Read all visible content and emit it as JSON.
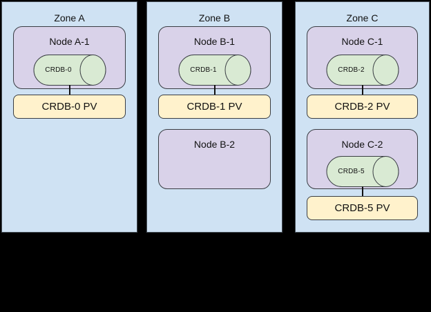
{
  "diagram": {
    "description": "Three-zone cluster topology with nodes, CRDB pods and persistent volumes",
    "background_color": "#000000"
  },
  "colors": {
    "zone_fill": "#cfe2f3",
    "node_fill": "#d9d2e9",
    "pod_fill": "#d9ead3",
    "pv_fill": "#fff2cc",
    "stroke": "#383c42",
    "text": "#111111"
  },
  "zones": [
    {
      "label": "Zone A",
      "nodes": [
        {
          "label": "Node A-1",
          "pod": "CRDB-0",
          "pv": "CRDB-0 PV"
        }
      ]
    },
    {
      "label": "Zone B",
      "nodes": [
        {
          "label": "Node B-1",
          "pod": "CRDB-1",
          "pv": "CRDB-1 PV"
        },
        {
          "label": "Node B-2"
        }
      ]
    },
    {
      "label": "Zone C",
      "nodes": [
        {
          "label": "Node C-1",
          "pod": "CRDB-2",
          "pv": "CRDB-2 PV"
        },
        {
          "label": "Node C-2",
          "pod": "CRDB-5",
          "pv": "CRDB-5 PV"
        }
      ]
    }
  ]
}
